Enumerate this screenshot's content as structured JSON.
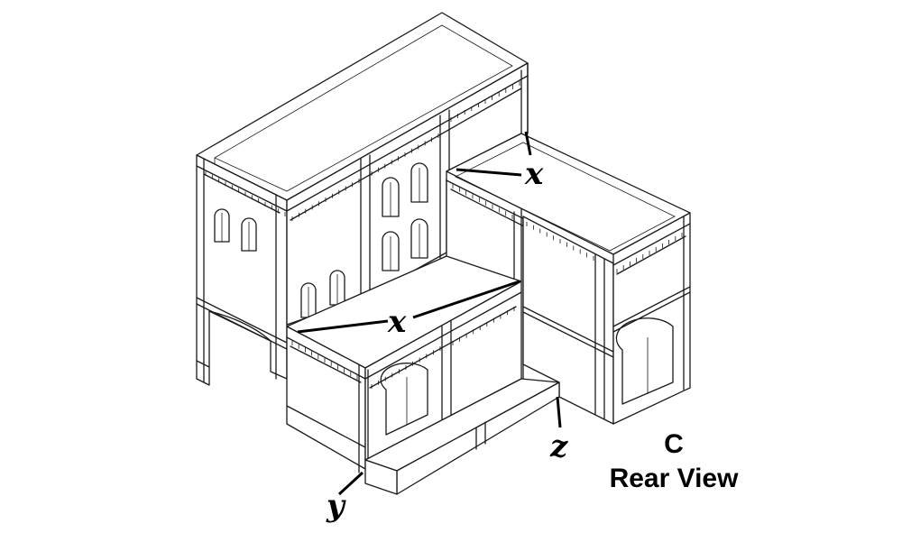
{
  "view_letter": "C",
  "view_title": "Rear View",
  "callouts": {
    "x_upper": "x",
    "x_lower": "x",
    "y": "y",
    "z": "z"
  },
  "colors": {
    "line": "#1a1a1a",
    "background": "#ffffff"
  }
}
